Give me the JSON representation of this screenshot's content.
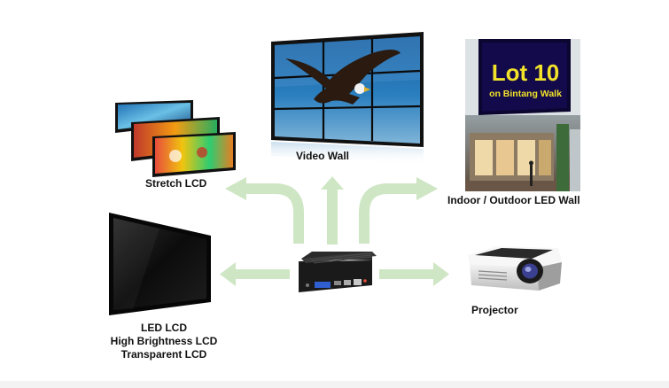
{
  "labels": {
    "video_wall": "Video Wall",
    "stretch_lcd": "Stretch LCD",
    "indoor_outdoor": "Indoor / Outdoor LED Wall",
    "led_lcd": "LED LCD",
    "high_brightness": "High Brightness LCD",
    "transparent": "Transparent LCD",
    "projector": "Projector"
  },
  "sign": {
    "title": "Lot 10",
    "subtitle": "on Bintang Walk"
  },
  "colors": {
    "arrow": "#cfe6c4",
    "sign_text": "#f2e22a",
    "sign_bg": "#120a4a",
    "device": "#1a1a1a"
  },
  "icons": [
    "hub-device-icon",
    "video-wall-icon",
    "stretch-lcd-icon",
    "led-wall-icon",
    "lcd-monitor-icon",
    "projector-icon"
  ]
}
